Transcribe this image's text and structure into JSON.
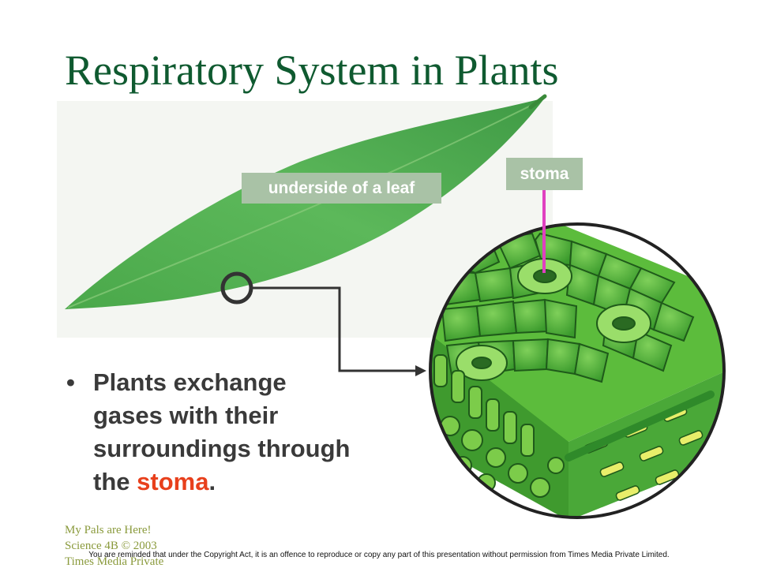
{
  "slide": {
    "title": "Respiratory System in Plants",
    "labels": {
      "leaf": "underside of a leaf",
      "stoma": "stoma"
    },
    "bullet": {
      "marker": "•",
      "text_before": "Plants exchange gases with their surroundings through the ",
      "highlight": "stoma",
      "text_after": "."
    },
    "footer": "My Pals are Here!\nScience 4B © 2003\nTimes Media Private",
    "copyright_notice": "You are reminded that under the Copyright Act, it is an offence to reproduce or copy any part of this presentation without permission from Times Media Private Limited."
  },
  "colors": {
    "title": "#0f5a30",
    "label_bg": "#a9c2a6",
    "accent": "#e8401c",
    "stoma_pointer": "#e040c0",
    "leaf": "#52b04a",
    "cells": "#5cbc3c"
  }
}
